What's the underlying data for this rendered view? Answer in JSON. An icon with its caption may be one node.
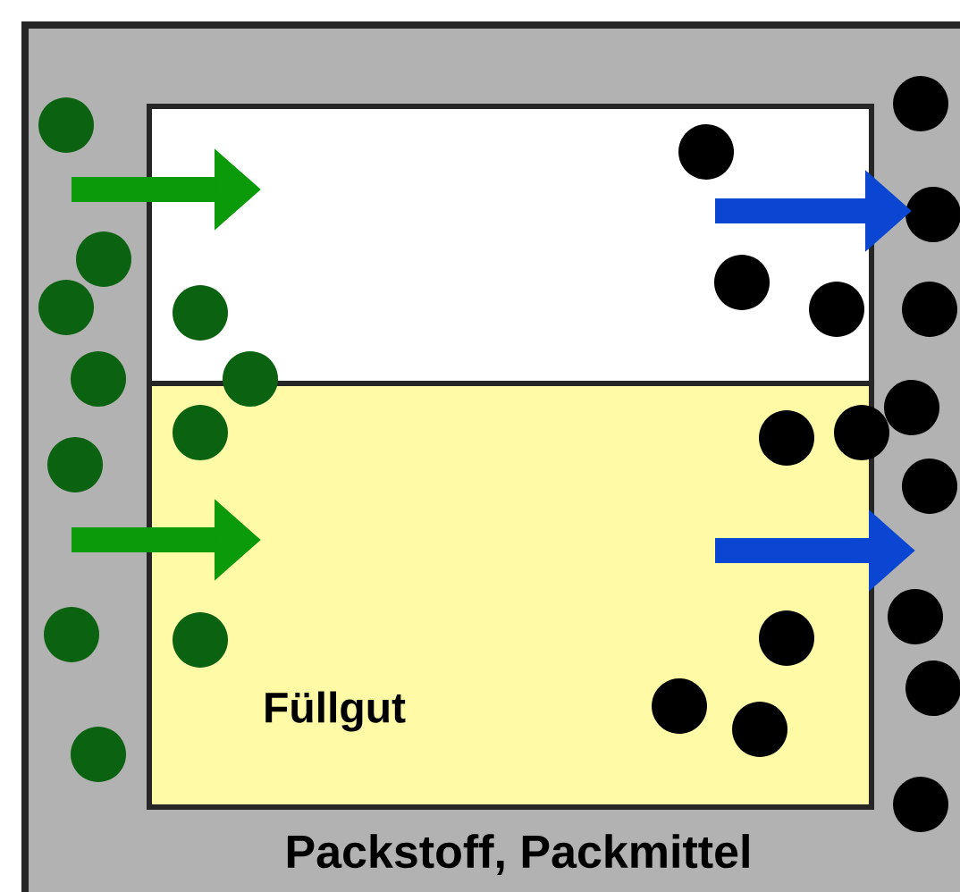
{
  "diagram": {
    "nodes": [
      {
        "text": [
          "Packstoff, Packmittel"
        ]
      },
      {
        "text": [],
        "shape": "box",
        "in": 0
      },
      {
        "text": [
          "Füllgut"
        ],
        "in": 0
      }
    ]
  }
}
